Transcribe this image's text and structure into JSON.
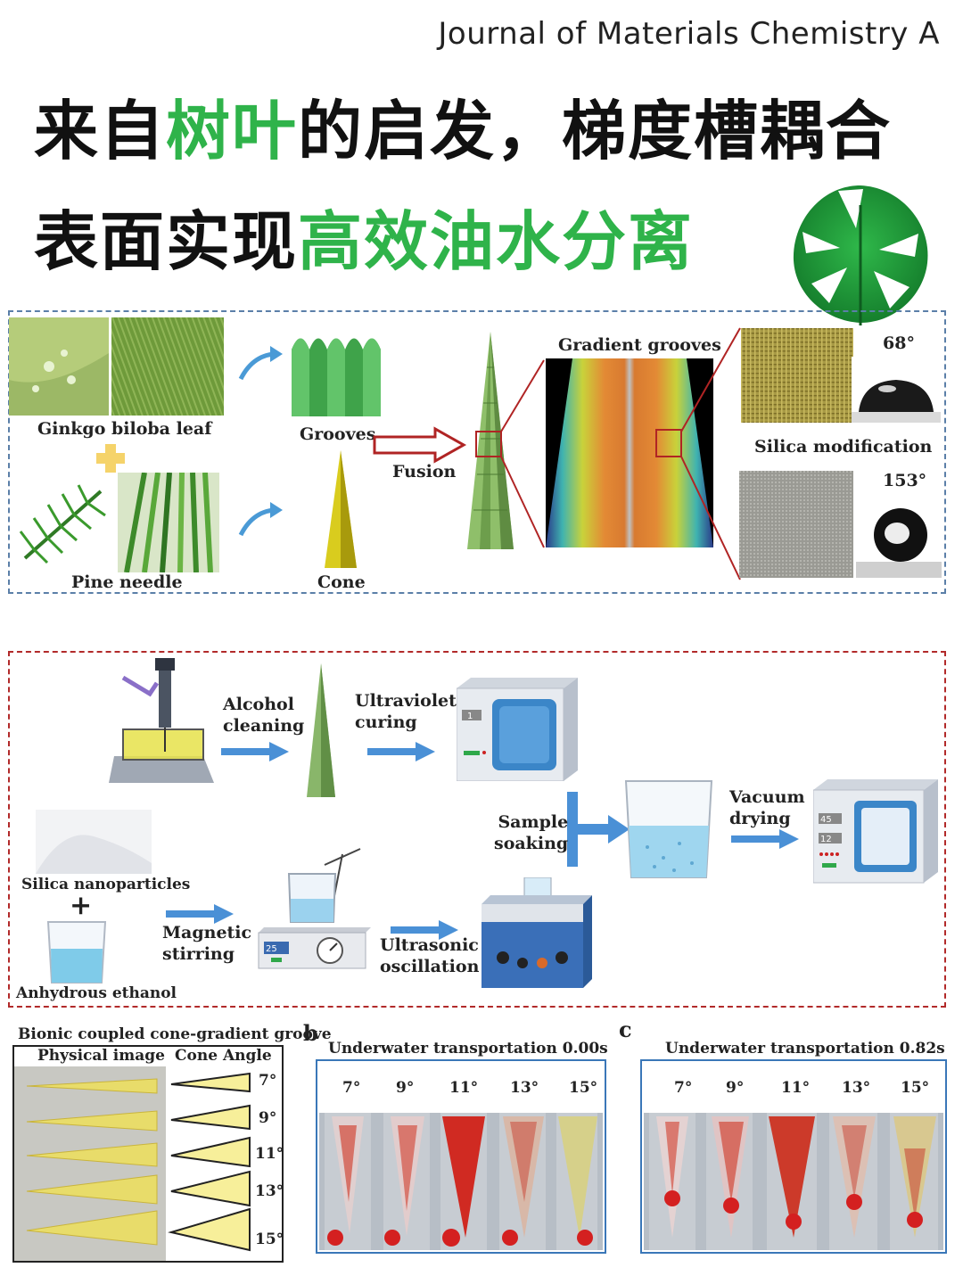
{
  "header": {
    "journal": "Journal of Materials Chemistry A",
    "line1": {
      "part1": "来自",
      "part2_green": "树叶",
      "part3": "的启发，梯度槽耦合"
    },
    "line2": {
      "part1": "表面实现",
      "part2_green": "高效油水分离"
    },
    "leaf_icon": "monstera-leaf-icon"
  },
  "panel_a": {
    "ginkgo_label": "Ginkgo biloba leaf",
    "pine_label": "Pine needle",
    "grooves_label": "Grooves",
    "cone_label": "Cone",
    "fusion_label": "Fusion",
    "gradient_label": "Gradient grooves",
    "silica_label": "Silica modification",
    "angle_top": "68°",
    "angle_bottom": "153°"
  },
  "panel_b": {
    "alcohol": [
      "Alcohol",
      "cleaning"
    ],
    "uv": [
      "Ultraviolet",
      "curing"
    ],
    "sample": [
      "Sample",
      "soaking"
    ],
    "vacuum": [
      "Vacuum",
      "drying"
    ],
    "silica": "Silica nanoparticles",
    "plus": "+",
    "ethanol": "Anhydrous ethanol",
    "magnetic": [
      "Magnetic",
      "stirring"
    ],
    "ultrasonic": [
      "Ultrasonic",
      "oscillation"
    ],
    "oven1_display": "1",
    "oven2_display": [
      "45",
      "12"
    ],
    "stirrer_display": "25"
  },
  "bottom": {
    "left_title": "Bionic coupled cone-gradient groove",
    "col_physical": "Physical image",
    "col_angle": "Cone Angle",
    "angles": [
      "7°",
      "9°",
      "11°",
      "13°",
      "15°"
    ],
    "b_letter": "b",
    "c_letter": "c",
    "b_title": "Underwater transportation 0.00s",
    "c_title": "Underwater transportation 0.82s"
  }
}
